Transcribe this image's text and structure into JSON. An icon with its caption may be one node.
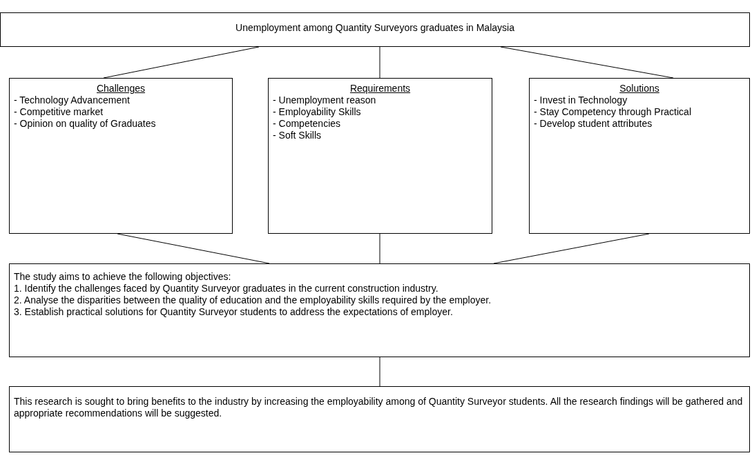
{
  "diagram": {
    "nodes": [
      {
        "text": [
          "Unemployment among Quantity Surveyors graduates in Malaysia"
        ]
      },
      {
        "text": [
          "Challenges",
          "- Technology Advancement",
          "- Competitive market",
          "- Opinion on quality of Graduates"
        ]
      },
      {
        "text": [
          "Requirements",
          "- Unemployment reason",
          "- Employability Skills",
          "- Competencies",
          "- Soft Skills"
        ]
      },
      {
        "text": [
          "Solutions",
          "- Invest in Technology",
          "- Stay Competency through Practical",
          "- Develop student attributes"
        ]
      },
      {
        "text": [
          "The study aims to achieve the following objectives:",
          "1. Identify the challenges faced by Quantity Surveyor graduates in the current construction industry.",
          "2. Analyse the disparities between the quality of education and the employability skills required by the employer.",
          "3. Establish practical solutions for Quantity Surveyor students to address the expectations of employer."
        ]
      },
      {
        "text": [
          "This research is sought to bring benefits to the industry by increasing the employability among of Quantity Surveyor students. All the research findings will be gathered and appropriate recommendations will be suggested."
        ]
      }
    ],
    "edges": [
      {
        "from": 0,
        "to": 1,
        "arrow": "none"
      },
      {
        "from": 0,
        "to": 2,
        "arrow": "none"
      },
      {
        "from": 0,
        "to": 3,
        "arrow": "none"
      },
      {
        "from": 1,
        "to": 4,
        "arrow": "none"
      },
      {
        "from": 2,
        "to": 4,
        "arrow": "none"
      },
      {
        "from": 3,
        "to": 4,
        "arrow": "none"
      },
      {
        "from": 4,
        "to": 5,
        "arrow": "none"
      }
    ]
  }
}
